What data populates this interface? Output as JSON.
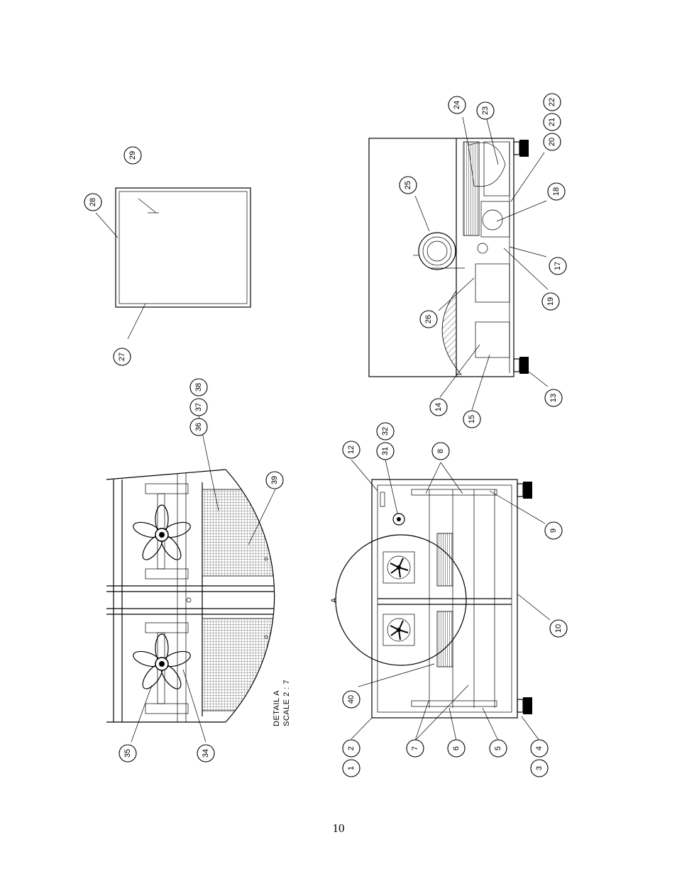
{
  "page": {
    "number": "10"
  },
  "detail": {
    "title": "DETAIL A",
    "scale": "SCALE 2 : 7",
    "section_mark": "A"
  },
  "callouts": {
    "c1": "1",
    "c2": "2",
    "c3": "3",
    "c4": "4",
    "c5": "5",
    "c6": "6",
    "c7": "7",
    "c8": "8",
    "c9": "9",
    "c10": "10",
    "c12": "12",
    "c13": "13",
    "c14": "14",
    "c15": "15",
    "c17": "17",
    "c18": "18",
    "c19": "19",
    "c20": "20",
    "c21": "21",
    "c22": "22",
    "c23": "23",
    "c24": "24",
    "c25": "25",
    "c26": "26",
    "c27": "27",
    "c28": "28",
    "c29": "29",
    "c31": "31",
    "c32": "32",
    "c34": "34",
    "c35": "35",
    "c36": "36",
    "c37": "37",
    "c38": "38",
    "c39": "39",
    "c40": "40"
  }
}
